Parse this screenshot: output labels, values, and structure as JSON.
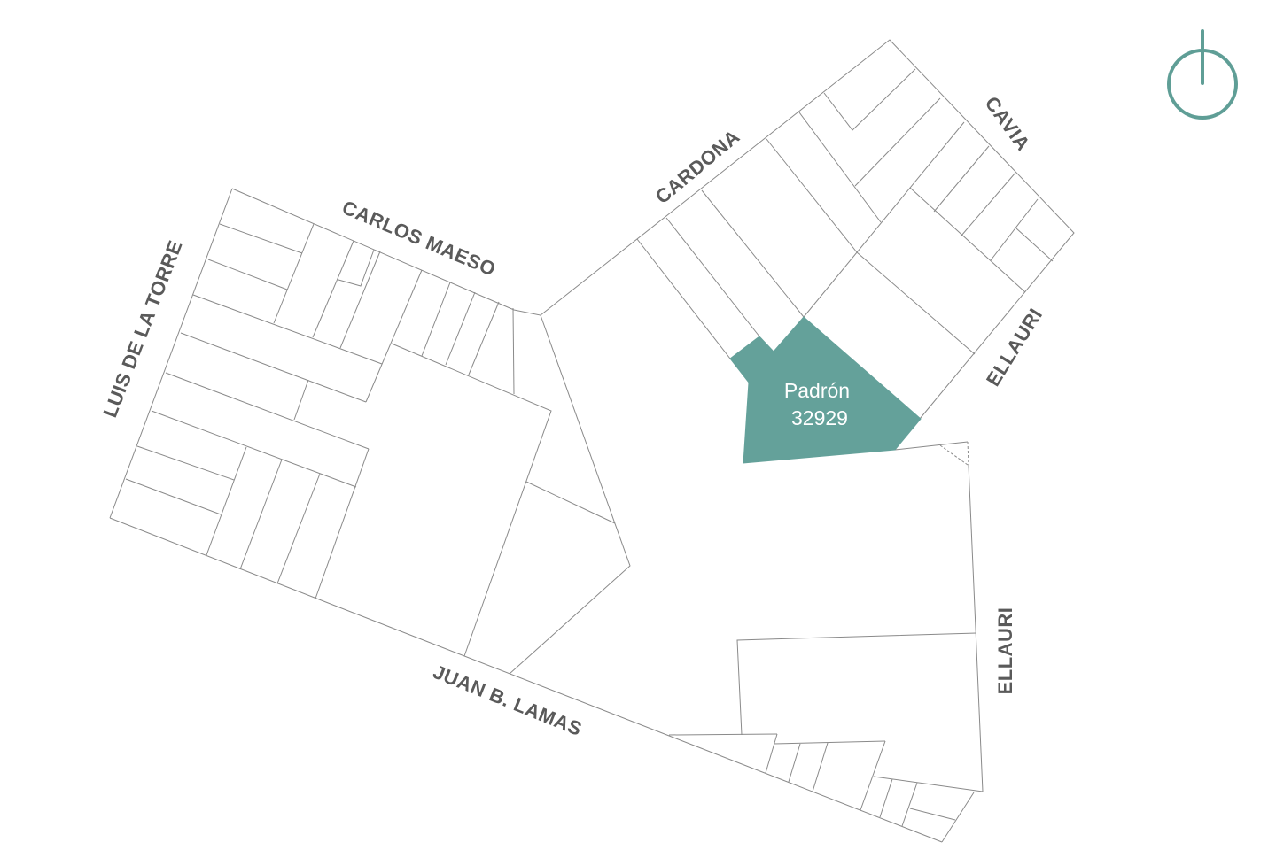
{
  "map": {
    "streets": {
      "carlos_maeso": "CARLOS MAESO",
      "luis_de_la_torre": "LUIS DE LA TORRE",
      "cardona": "CARDONA",
      "cavia": "CAVIA",
      "ellauri_north": "ELLAURI",
      "ellauri_south": "ELLAURI",
      "juan_b_lamas": "JUAN B. LAMAS"
    },
    "highlighted_parcel": {
      "label": "Padrón",
      "number": "32929",
      "color": "#64a19a"
    },
    "line_color": "#8a8a8a",
    "street_label_color": "#5a5a5a"
  },
  "controls": {
    "north_indicator_icon": "power-circle-icon",
    "icon_color": "#5f9e96"
  }
}
